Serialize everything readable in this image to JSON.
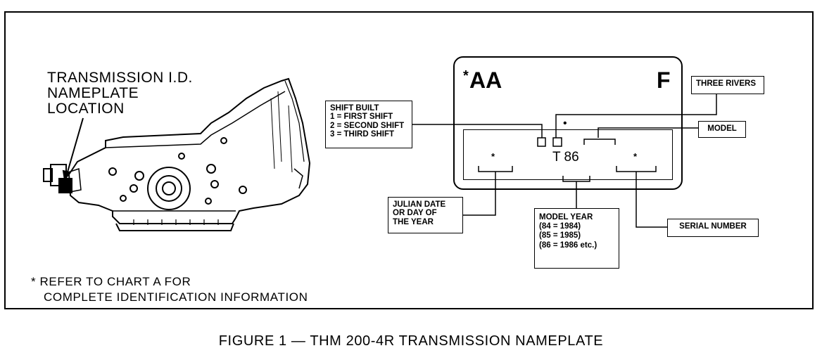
{
  "nameplate_location": [
    "TRANSMISSION I.D.",
    "NAMEPLATE",
    "LOCATION"
  ],
  "plate": {
    "code_aa": "AA",
    "asterisk": "*",
    "code_f": "F",
    "code_t86": "T 86",
    "star_left": "*",
    "star_right": "*",
    "dot": "•"
  },
  "labels": {
    "three_rivers": "THREE RIVERS",
    "model": "MODEL",
    "serial_number": "SERIAL NUMBER",
    "shift_built": [
      "SHIFT BUILT",
      "1  = FIRST SHIFT",
      "2  = SECOND SHIFT",
      "3  = THIRD SHIFT"
    ],
    "julian_date": [
      "JULIAN DATE",
      "OR DAY OF",
      "THE YEAR"
    ],
    "model_year": [
      "MODEL YEAR",
      "(84  =  1984)",
      "(85  =  1985)",
      "(86  =  1986 etc.)"
    ]
  },
  "footnote": [
    "* REFER TO CHART A FOR",
    "COMPLETE IDENTIFICATION INFORMATION"
  ],
  "caption": "FIGURE 1 — THM 200-4R TRANSMISSION NAMEPLATE"
}
